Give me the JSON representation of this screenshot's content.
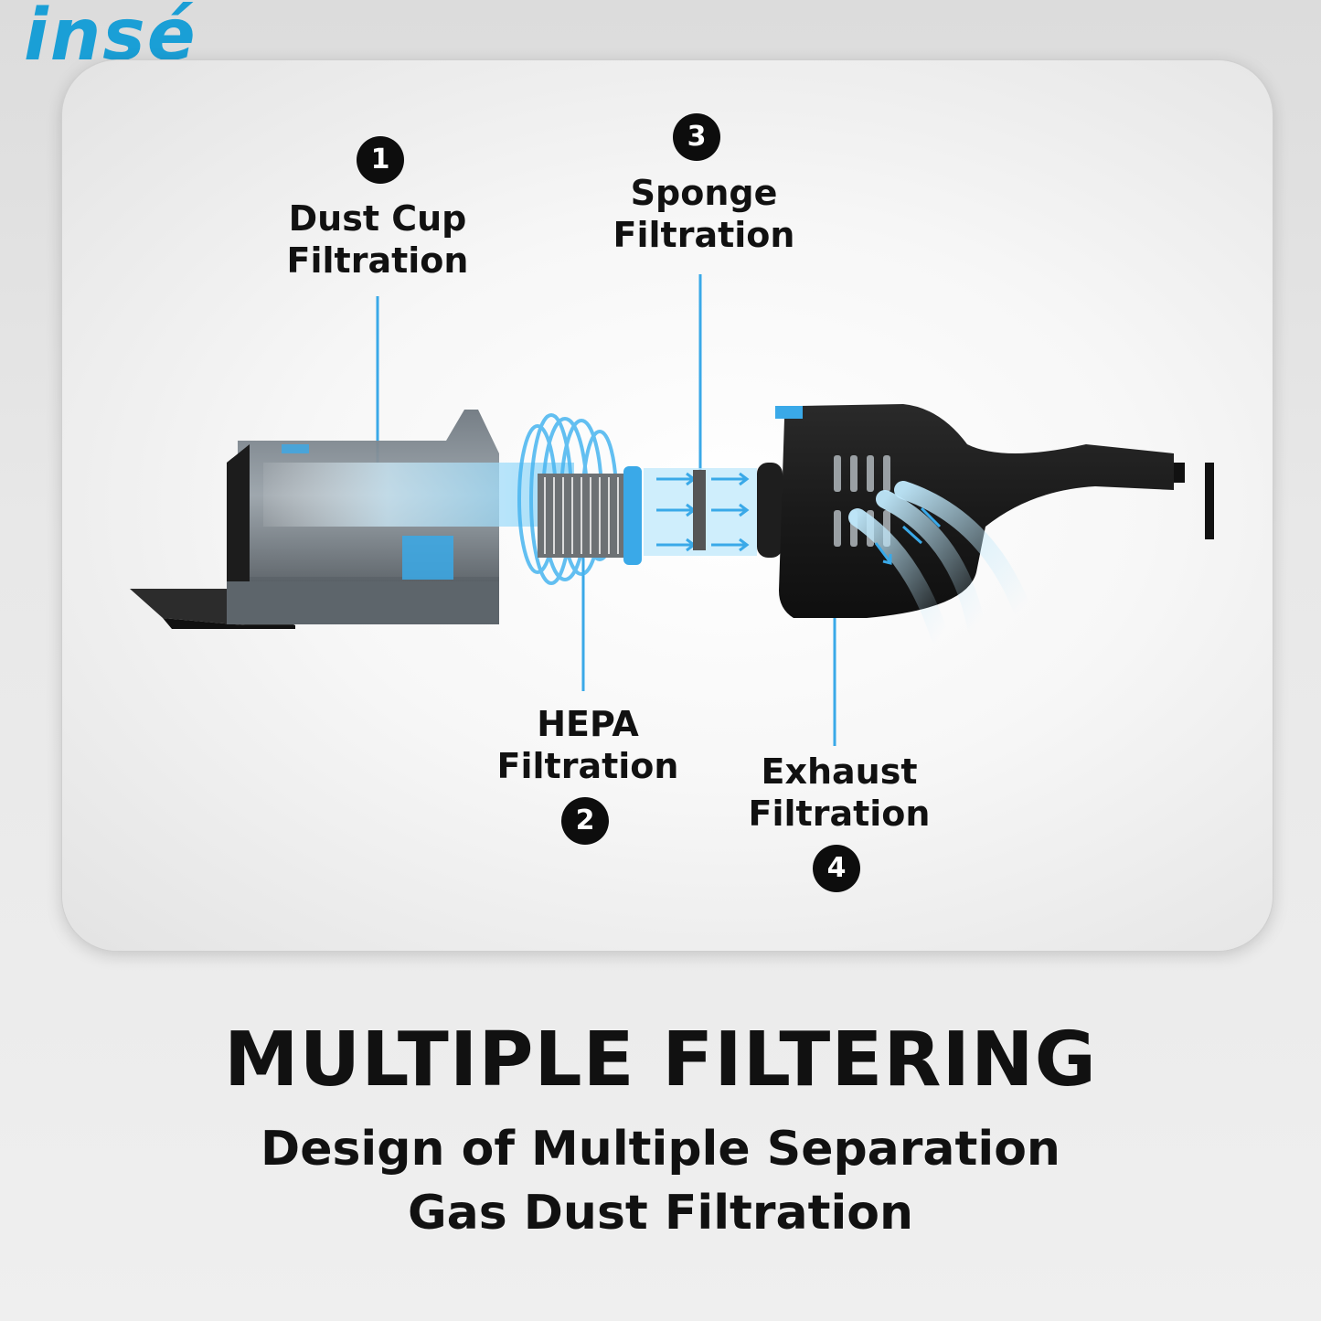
{
  "brand": {
    "logo_text": "insé",
    "logo_color": "#1a9fd6"
  },
  "callouts": [
    {
      "number": "1",
      "line1": "Dust Cup",
      "line2": "Filtration"
    },
    {
      "number": "2",
      "line1": "HEPA",
      "line2": "Filtration"
    },
    {
      "number": "3",
      "line1": "Sponge",
      "line2": "Filtration"
    },
    {
      "number": "4",
      "line1": "Exhaust",
      "line2": "Filtration"
    }
  ],
  "colors": {
    "accent": "#3aa9e8",
    "badge": "#0d0d0d",
    "body": "#1b1b1b"
  },
  "headline": "MULTIPLE FILTERING",
  "subheadline": {
    "line1": "Design of Multiple Separation",
    "line2": "Gas Dust Filtration"
  }
}
